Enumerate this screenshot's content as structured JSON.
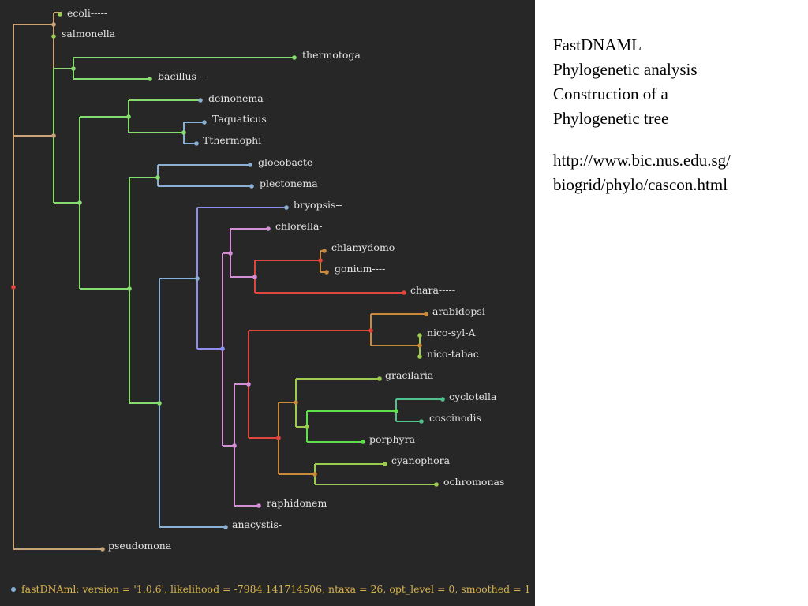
{
  "slide": {
    "text_lines": [
      "FastDNAML",
      "Phylogenetic analysis",
      "Construction of a",
      "Phylogenetic tree"
    ],
    "url_lines": [
      "http://www.bic.nus.edu.sg/",
      "biogrid/phylo/cascon.html"
    ]
  },
  "tree": {
    "taxa": [
      "ecoli-----",
      "salmonella",
      "thermotoga",
      "bacillus--",
      "deinonema-",
      "Taquaticus",
      "Tthermophi",
      "gloeobacte",
      "plectonema",
      "bryopsis--",
      "chlorella-",
      "chlamydomo",
      "gonium----",
      "chara-----",
      "arabidopsi",
      "nico-syl-A",
      "nico-tabac",
      "gracilaria",
      "cyclotella",
      "coscinodis",
      "porphyra--",
      "cyanophora",
      "ochromonas",
      "raphidonem",
      "anacystis-",
      "pseudomona"
    ],
    "status_line": "fastDNAml: version = '1.0.6', likelihood = -7984.141714506, ntaxa = 26, opt_level = 0, smoothed = 1",
    "colors": {
      "background": "#272727",
      "tan": "#c9a37a",
      "green": "#86dc6e",
      "blue": "#8ab0d6",
      "purple": "#8e8ef0",
      "pink": "#d48fd6",
      "red": "#e0463e",
      "orange": "#c98a3a",
      "lime": "#9bcb4f",
      "bright_green": "#5fe04c",
      "teal": "#4ec28a",
      "status_text": "#d8b24a"
    }
  }
}
